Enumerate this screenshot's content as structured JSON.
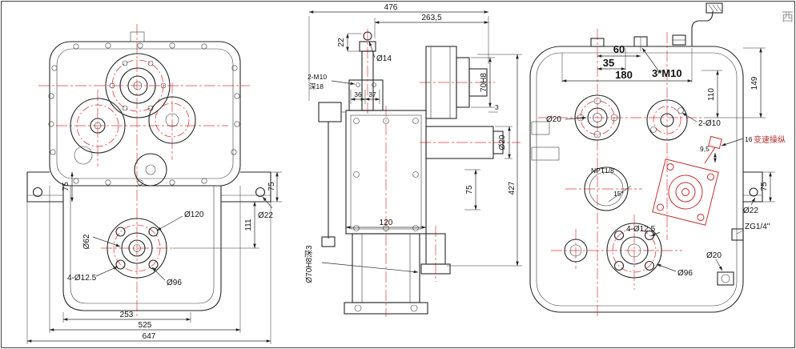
{
  "sheet": {
    "watermark": "西"
  },
  "front_view": {
    "dim_75_left": "75",
    "dim_dia120": "Ø120",
    "dim_dia62": "Ø62",
    "dim_4_dia12_5": "4-Ø12.5",
    "dim_dia96": "Ø96",
    "dim_253": "253",
    "dim_525": "525",
    "dim_647": "647",
    "dim_dia22": "Ø22",
    "dim_111": "111",
    "dim_75_right": "75"
  },
  "side_view": {
    "dim_476": "476",
    "dim_263_5": "263,5",
    "dim_22": "22",
    "dim_dia14": "Ø14",
    "dim_2_M10": "2-M10",
    "dim_depth_18": "深18",
    "dim_36": "36",
    "dim_37": "37",
    "dim_70H8": "70H8",
    "dim_3": "3",
    "dim_dia20": "Ø20",
    "dim_427": "427",
    "dim_75": "75",
    "dim_120": "120",
    "dim_dia70H8_depth3": "Ø70H8深3"
  },
  "rear_view": {
    "dim_60": "60",
    "dim_35": "35",
    "dim_180": "180",
    "dim_3xM10": "3*M10",
    "dim_110": "110",
    "dim_149": "149",
    "dim_dia20_shaft": "Ø20",
    "dim_2_dia10": "2-Ø10",
    "dim_9_5": "9,5",
    "dim_16": "16",
    "label_shift_control": "变速操纵",
    "label_NPT": "NPT1/8",
    "dim_15deg": "15°",
    "label_ZG": "ZG1/4\"",
    "dim_4_dia12_5": "4-Ø12.5",
    "dim_dia96": "Ø96",
    "dim_dia20_drain": "Ø20",
    "dim_75": "75",
    "dim_dia22": "Ø22"
  }
}
